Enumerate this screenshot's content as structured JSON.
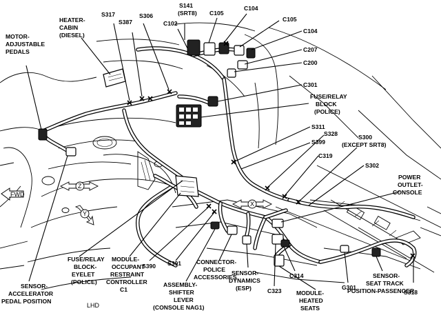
{
  "diagram": {
    "labels": {
      "motor_adjustable_pedals": [
        "MOTOR-",
        "ADJUSTABLE",
        "PEDALS"
      ],
      "heater_cabin": [
        "HEATER-",
        "CABIN",
        "(DIESEL)"
      ],
      "s317": "S317",
      "s387": "S387",
      "s306": "S306",
      "s141": [
        "S141",
        "(SRT8)"
      ],
      "c105_top": "C105",
      "c104_top": "C104",
      "c102": "C102",
      "c105_right": "C105",
      "c104_right": "C104",
      "c207": "C207",
      "c200": "C200",
      "c301": "C301",
      "fuse_relay_block_police": [
        "FUSE/RELAY",
        "BLOCK",
        "(POLICE)"
      ],
      "s311": "S311",
      "s328": "S328",
      "s399": "S399",
      "s300": [
        "S300",
        "(EXCEPT SRT8)"
      ],
      "c319": "C319",
      "s302": "S302",
      "power_outlet_console": [
        "POWER",
        "OUTLET-",
        "CONSOLE"
      ],
      "fuse_relay_block_eyelet": [
        "FUSE/RELAY",
        "BLOCK-",
        "EYELET",
        "(POLICE)"
      ],
      "module_occupant_restraint": [
        "MODULE-",
        "OCCUPANT",
        "RESTRAINT",
        "CONTROLLER",
        "C1"
      ],
      "s390": "S390",
      "s391": "S391",
      "connector_police": [
        "CONNECTOR-",
        "POLICE",
        "ACCESSORIES"
      ],
      "assembly_shifter": [
        "ASSEMBLY-",
        "SHIFTER",
        "LEVER",
        "(CONSOLE NAG1)"
      ],
      "sensor_dynamics": [
        "SENSOR-",
        "DYNAMICS",
        "(ESP)"
      ],
      "c323": "C323",
      "c314": "C314",
      "module_heated_seats": [
        "MODULE-",
        "HEATED",
        "SEATS"
      ],
      "g301": "G301",
      "sensor_seat_track": [
        "SENSOR-",
        "SEAT TRACK",
        "POSITION-PASSENGER"
      ],
      "s318": "S318",
      "sensor_accelerator": [
        "SENSOR-",
        "ACCELERATOR",
        "PEDAL POSITION"
      ],
      "lhd": "LHD",
      "fwd": "FWD",
      "axis_z": "Z",
      "axis_y": "Y",
      "axis_x": "X"
    }
  }
}
